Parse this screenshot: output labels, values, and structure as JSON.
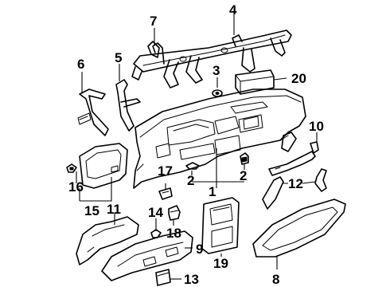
{
  "callouts": [
    {
      "id": "c1",
      "label": "1"
    },
    {
      "id": "c2a",
      "label": "2"
    },
    {
      "id": "c2b",
      "label": "2"
    },
    {
      "id": "c3",
      "label": "3"
    },
    {
      "id": "c4",
      "label": "4"
    },
    {
      "id": "c5",
      "label": "5"
    },
    {
      "id": "c6",
      "label": "6"
    },
    {
      "id": "c7",
      "label": "7"
    },
    {
      "id": "c8",
      "label": "8"
    },
    {
      "id": "c9",
      "label": "9"
    },
    {
      "id": "c10",
      "label": "10"
    },
    {
      "id": "c11",
      "label": "11"
    },
    {
      "id": "c12",
      "label": "12"
    },
    {
      "id": "c13",
      "label": "13"
    },
    {
      "id": "c14",
      "label": "14"
    },
    {
      "id": "c15",
      "label": "15"
    },
    {
      "id": "c16",
      "label": "16"
    },
    {
      "id": "c17",
      "label": "17"
    },
    {
      "id": "c18",
      "label": "18"
    },
    {
      "id": "c19",
      "label": "19"
    },
    {
      "id": "c20",
      "label": "20"
    }
  ]
}
